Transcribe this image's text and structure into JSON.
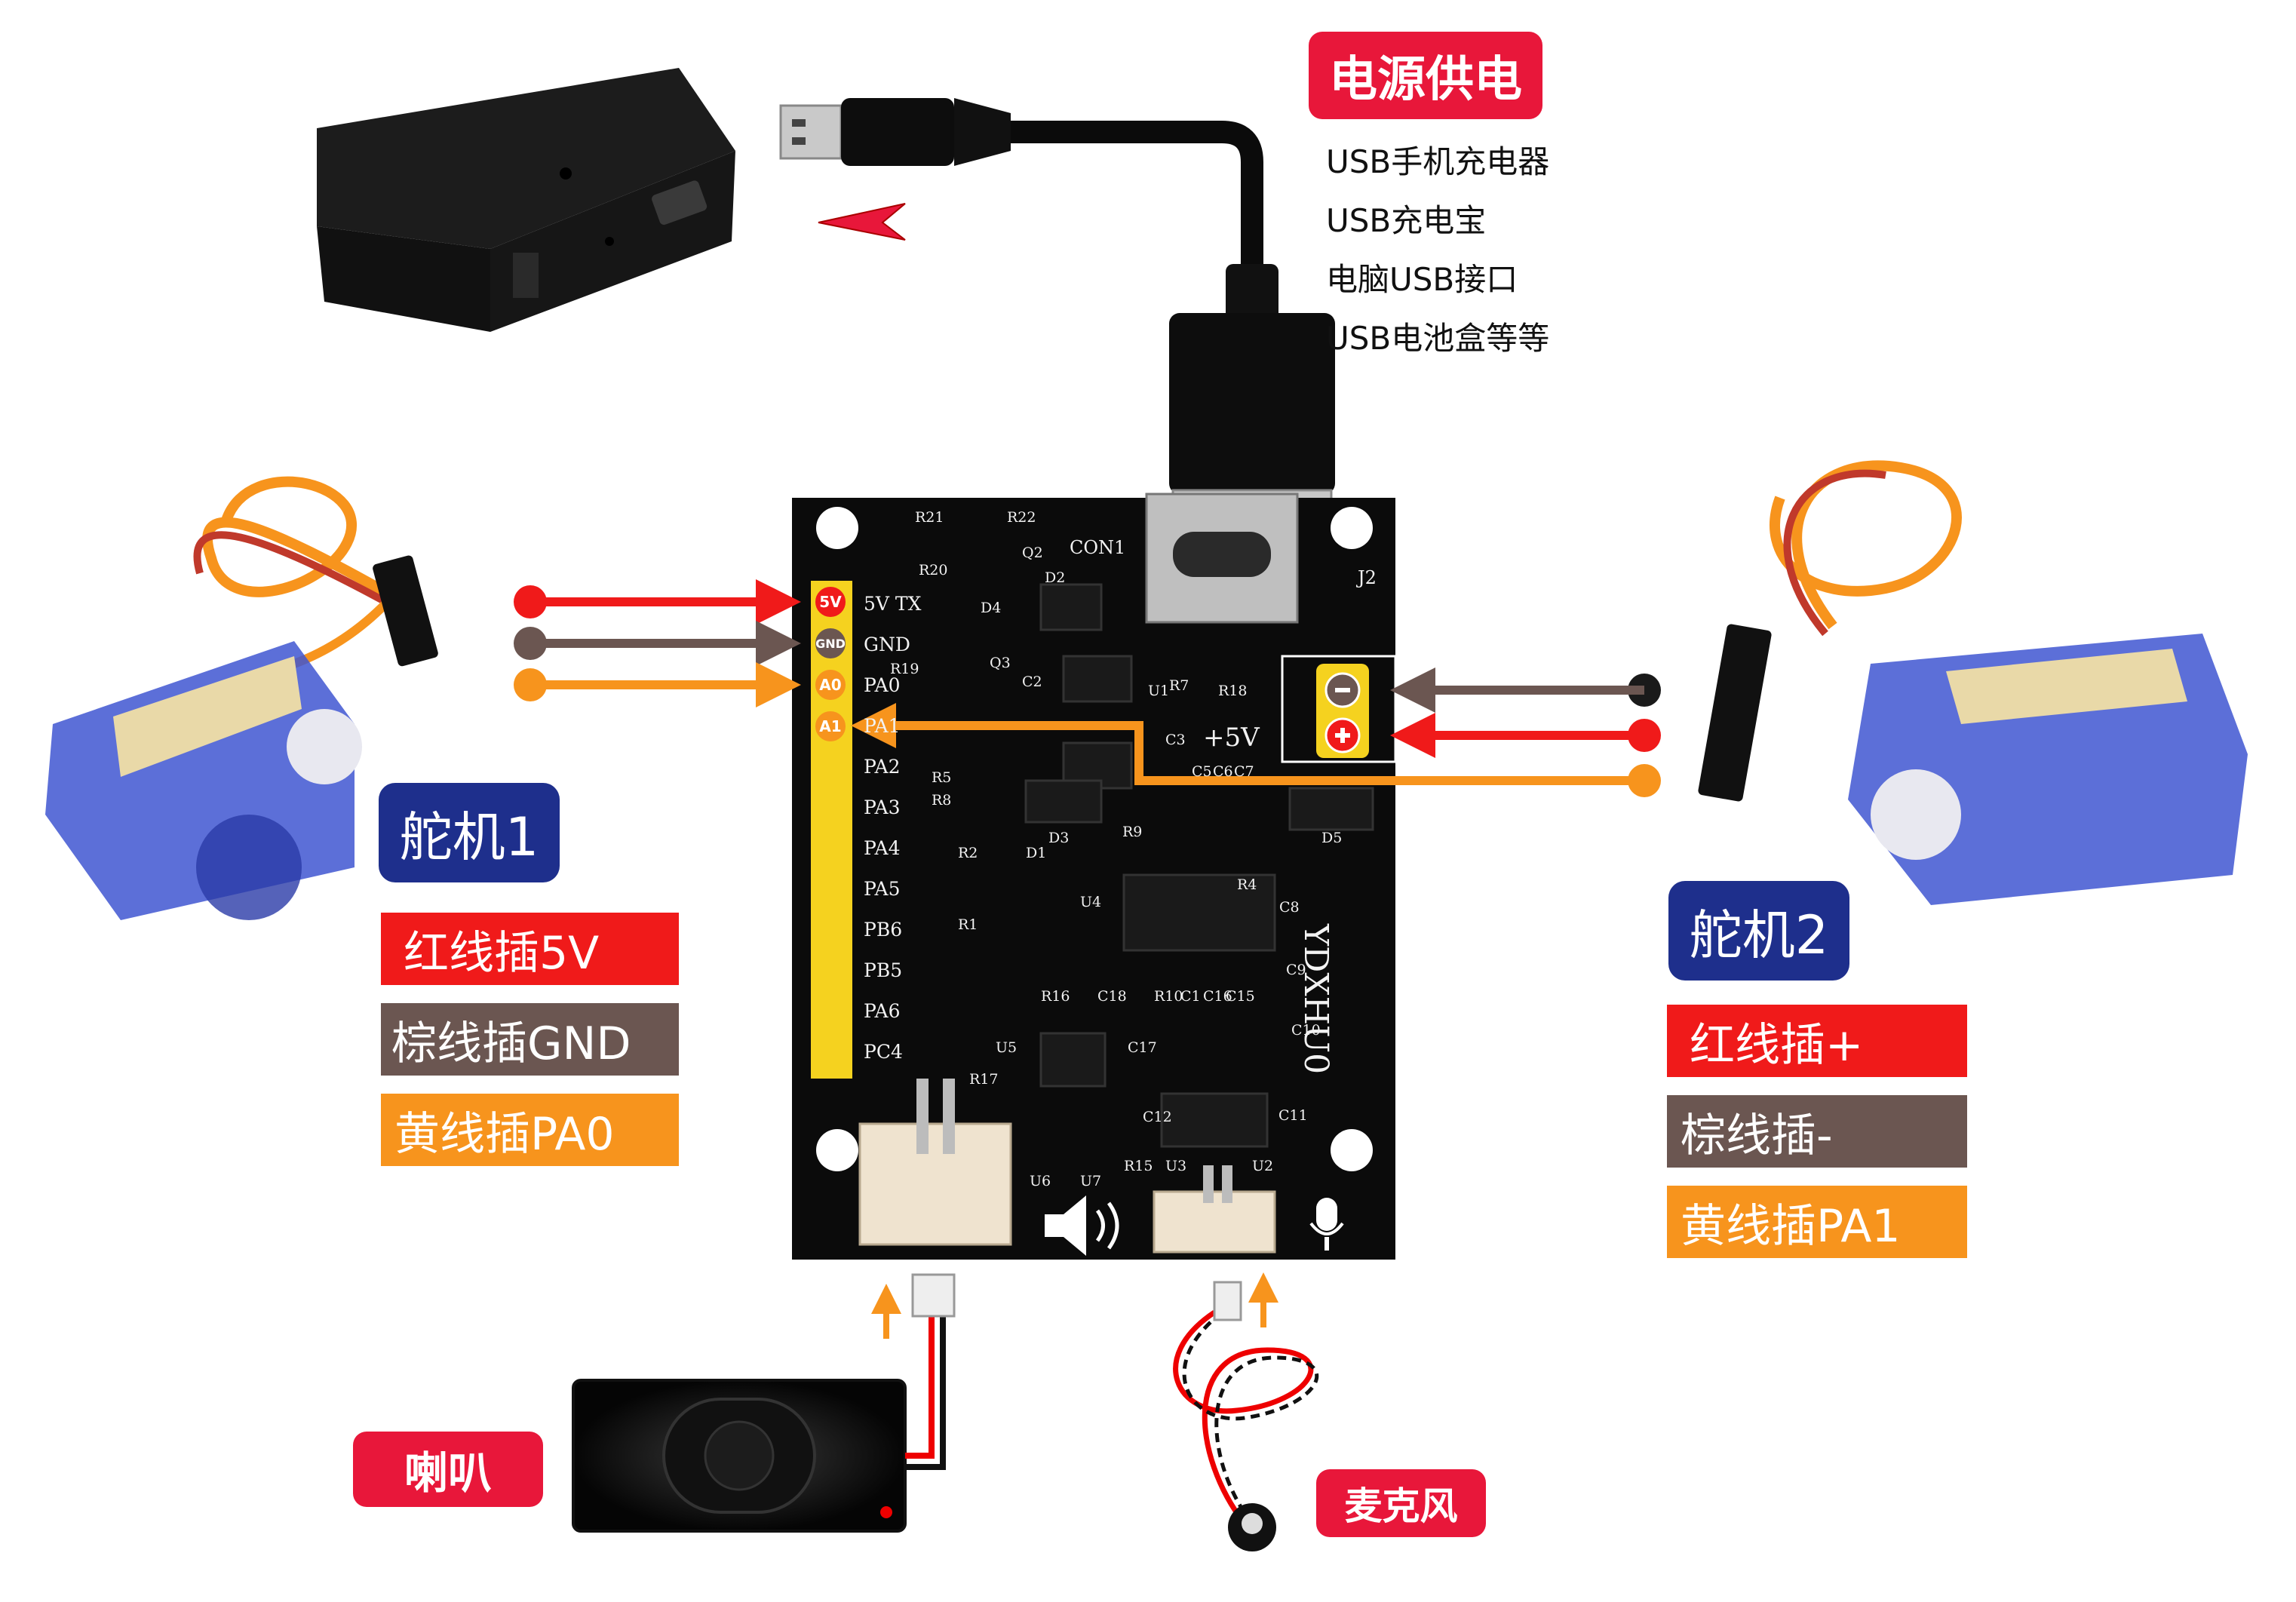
{
  "power": {
    "title": "电源供电",
    "options": [
      "USB手机充电器",
      "USB充电宝",
      "电脑USB接口",
      "USB电池盒等等"
    ]
  },
  "servo1": {
    "title": "舵机1",
    "labels": [
      "红线插5V",
      "棕线插GND",
      "黄线插PA0"
    ]
  },
  "servo2": {
    "title": "舵机2",
    "labels": [
      "红线插+",
      "棕线插-",
      "黄线插PA1"
    ]
  },
  "speaker": {
    "title": "喇叭"
  },
  "mic": {
    "title": "麦克风"
  },
  "board": {
    "name": "YDXHU0",
    "connector": "CON1",
    "jack": "J2",
    "pin_tags": [
      "5V",
      "GND",
      "A0",
      "A1"
    ],
    "pin_labels": [
      "5V  TX",
      "GND",
      "PA0",
      "PA1",
      "PA2",
      "PA3",
      "PA4",
      "PA5",
      "PB6",
      "PB5",
      "PA6",
      "PC4"
    ],
    "power_label": "+5V",
    "components": [
      "R21",
      "R22",
      "Q2",
      "R20",
      "D2",
      "D4",
      "R19",
      "Q3",
      "C2",
      "U1",
      "R7",
      "R18",
      "C3",
      "C5",
      "C6",
      "C7",
      "R5",
      "R8",
      "D3",
      "D5",
      "R2",
      "D1",
      "R9",
      "R4",
      "C8",
      "R1",
      "U4",
      "C9",
      "R16",
      "C18",
      "R10",
      "C1",
      "C16",
      "C15",
      "C10",
      "U5",
      "R17",
      "C17",
      "C12",
      "C11",
      "U6",
      "U7",
      "R15",
      "U3",
      "U2"
    ]
  },
  "colors": {
    "red": "#f01a1a",
    "brown": "#6b5651",
    "orange": "#f7941d",
    "label_red_tag": "#e8173a",
    "servo_tag_blue": "#1e2f8c",
    "pcb": "#0b0b0b",
    "pin_header": "#f5d21f"
  },
  "icons": [
    "usb-a-plug-icon",
    "usb-c-plug-icon",
    "battery-box-icon",
    "servo-motor-icon",
    "speaker-icon",
    "microphone-icon",
    "speaker-symbol-icon",
    "mic-symbol-icon"
  ]
}
